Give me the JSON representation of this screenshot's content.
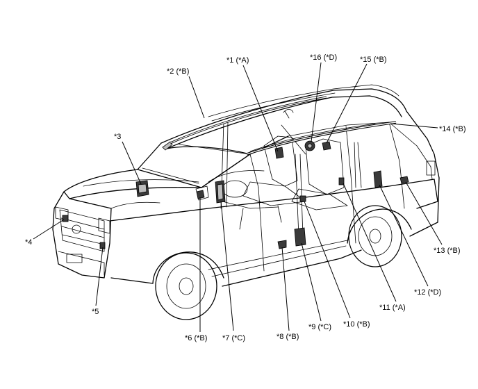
{
  "callouts": [
    {
      "id": "c1",
      "text": "*1 (*A)"
    },
    {
      "id": "c2",
      "text": "*2 (*B)"
    },
    {
      "id": "c3",
      "text": "*3"
    },
    {
      "id": "c4",
      "text": "*4"
    },
    {
      "id": "c5",
      "text": "*5"
    },
    {
      "id": "c6",
      "text": "*6 (*B)"
    },
    {
      "id": "c7",
      "text": "*7 (*C)"
    },
    {
      "id": "c8",
      "text": "*8 (*B)"
    },
    {
      "id": "c9",
      "text": "*9 (*C)"
    },
    {
      "id": "c10",
      "text": "*10 (*B)"
    },
    {
      "id": "c11",
      "text": "*11 (*A)"
    },
    {
      "id": "c12",
      "text": "*12 (*D)"
    },
    {
      "id": "c13",
      "text": "*13 (*B)"
    },
    {
      "id": "c14",
      "text": "*14 (*B)"
    },
    {
      "id": "c15",
      "text": "*15 (*B)"
    },
    {
      "id": "c16",
      "text": "*16 (*D)"
    }
  ]
}
